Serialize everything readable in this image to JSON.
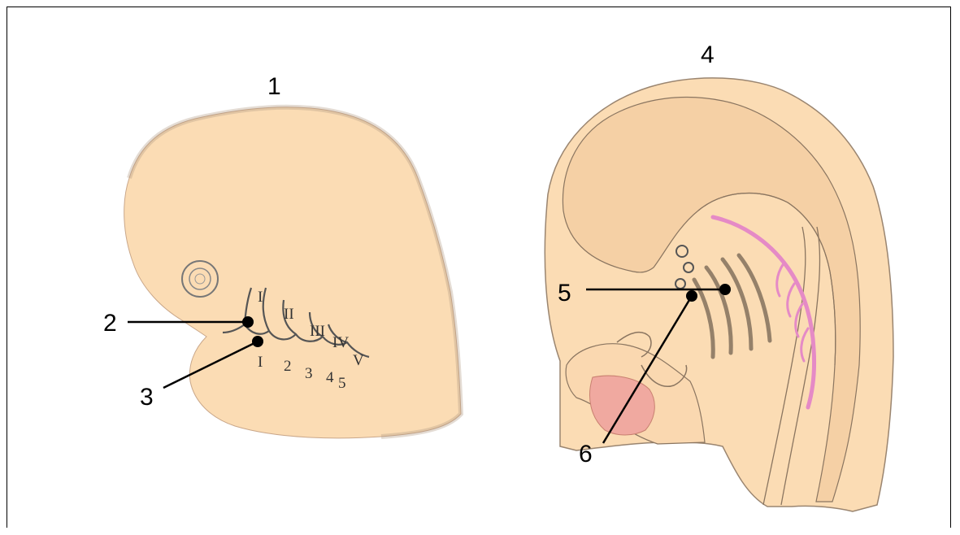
{
  "labels": {
    "l1": "1",
    "l2": "2",
    "l3": "3",
    "l4": "4",
    "l5": "5",
    "l6": "6"
  },
  "arch_labels": {
    "r1": "I",
    "r2": "II",
    "r3": "III",
    "r4": "IV",
    "r5": "V"
  },
  "pouch_labels": {
    "p1": "I",
    "p2": "2",
    "p3": "3",
    "p4": "4",
    "p5": "5"
  },
  "colors": {
    "tissue": "#fbdcb4",
    "tissue_dark": "#f3c89a",
    "outline": "#555555",
    "pink_vessel": "#e58ac6",
    "pink_region": "#f0a9a0",
    "leader_line": "#000000"
  }
}
